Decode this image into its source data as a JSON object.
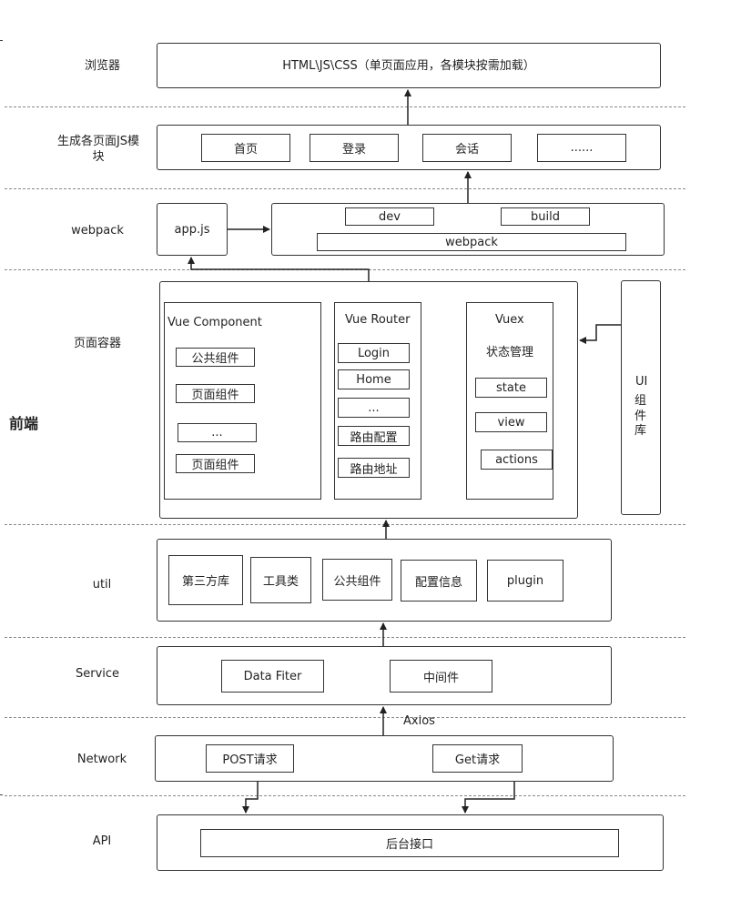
{
  "side_label": "前端",
  "rows": {
    "browser": {
      "label": "浏览器",
      "content": "HTML\\JS\\CSS（单页面应用，各模块按需加载）"
    },
    "modules": {
      "label": "生成各页面JS模块",
      "items": [
        "首页",
        "登录",
        "会话",
        "......"
      ]
    },
    "webpack": {
      "label": "webpack",
      "appjs": "app.js",
      "dev": "dev",
      "build": "build",
      "webpack": "webpack"
    },
    "container": {
      "label": "页面容器",
      "vue_component": {
        "title": "Vue Component",
        "items": [
          "公共组件",
          "页面组件",
          "...",
          "页面组件"
        ]
      },
      "vue_router": {
        "title": "Vue Router",
        "items": [
          "Login",
          "Home",
          "...",
          "路由配置",
          "路由地址"
        ]
      },
      "vuex": {
        "title": "Vuex",
        "subtitle": "状态管理",
        "items": [
          "state",
          "view",
          "actions"
        ]
      },
      "ui_library": [
        "UI",
        "组",
        "件",
        "库"
      ]
    },
    "util": {
      "label": "util",
      "items": [
        "第三方库",
        "工具类",
        "公共组件",
        "配置信息",
        "plugin"
      ]
    },
    "service": {
      "label": "Service",
      "items": [
        "Data Fiter",
        "中间件"
      ]
    },
    "network": {
      "label": "Network",
      "axios": "Axios",
      "items": [
        "POST请求",
        "Get请求"
      ]
    },
    "api": {
      "label": "API",
      "content": "后台接口"
    }
  },
  "colors": {
    "stroke": "#333333",
    "dashed": "#888888",
    "background": "#ffffff"
  }
}
